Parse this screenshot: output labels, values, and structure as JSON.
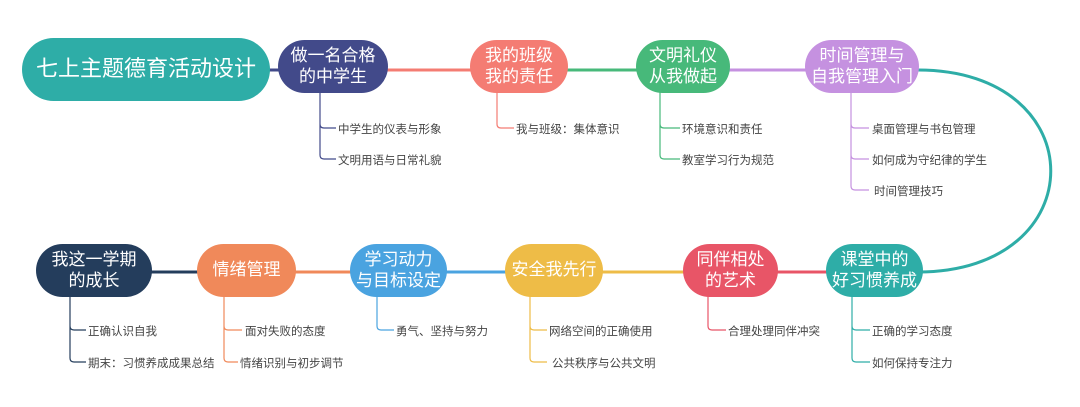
{
  "root": {
    "label": "七上主题德育活动设计",
    "color": "#2eada7"
  },
  "topics": [
    {
      "label": "做一名合格\n的中学生",
      "color": "#424a8a",
      "children": [
        "中学生的仪表与形象",
        "文明用语与日常礼貌"
      ]
    },
    {
      "label": "我的班级\n我的责任",
      "color": "#f47c73",
      "children": [
        "我与班级：集体意识"
      ]
    },
    {
      "label": "文明礼仪\n从我做起",
      "color": "#47b97a",
      "children": [
        "环境意识和责任",
        "教室学习行为规范"
      ]
    },
    {
      "label": "时间管理与\n自我管理入门",
      "color": "#c591e0",
      "children": [
        "桌面管理与书包管理",
        "如何成为守纪律的学生",
        "时间管理技巧"
      ]
    },
    {
      "label": "课堂中的\n好习惯养成",
      "color": "#2eada7",
      "children": [
        "正确的学习态度",
        "如何保持专注力"
      ]
    },
    {
      "label": "同伴相处\n的艺术",
      "color": "#e85567",
      "children": [
        "合理处理同伴冲突"
      ]
    },
    {
      "label": "安全我先行",
      "color": "#eebc47",
      "children": [
        "网络空间的正确使用",
        "公共秩序与公共文明"
      ]
    },
    {
      "label": "学习动力\n与目标设定",
      "color": "#4aa3e0",
      "children": [
        "勇气、坚持与努力"
      ]
    },
    {
      "label": "情绪管理",
      "color": "#f0895a",
      "children": [
        "面对失败的态度",
        "情绪识别与初步调节"
      ]
    },
    {
      "label": "我这一学期\n的成长",
      "color": "#243d5c",
      "children": [
        "正确认识自我",
        "期末：习惯养成成果总结"
      ]
    }
  ]
}
